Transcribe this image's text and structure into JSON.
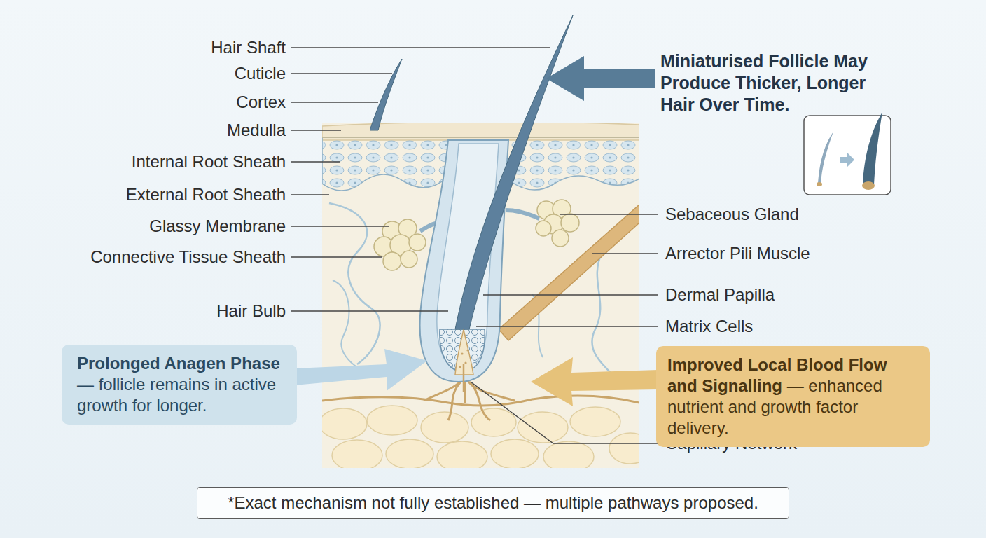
{
  "diagram": {
    "nodes": [
      {
        "text": [
          "Prolonged Anagen Phase",
          "— follicle remains in active growth for longer."
        ]
      },
      {
        "text": [
          "Improved Local Blood Flow and Signalling",
          "— enhanced nutrient and growth factor delivery."
        ]
      },
      {
        "text": [
          "*Exact mechanism not fully established — multiple pathways proposed."
        ]
      }
    ],
    "labels": [
      "Hair Shaft",
      "Cuticle",
      "Cortex",
      "Medulla",
      "Internal Root Sheath",
      "External Root Sheath",
      "Glassy Membrane",
      "Connective Tissue Sheath",
      "Hair Bulb",
      "Miniaturised Follicle May Produce Thicker, Longer Hair Over Time.",
      "Sebaceous Gland",
      "Arrector Pili Muscle",
      "Dermal Papilla",
      "Matrix Cells",
      "Capillary Network"
    ]
  }
}
